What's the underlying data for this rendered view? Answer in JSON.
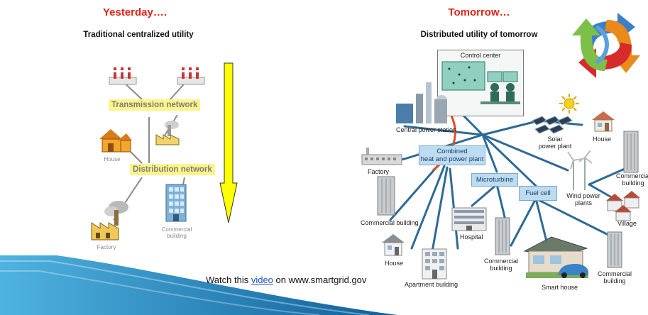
{
  "left": {
    "heading": "Yesterday….",
    "subtitle": "Traditional centralized utility",
    "transmission_label": "Transmission network",
    "distribution_label": "Distribution network",
    "house_label": "House",
    "factory_label": "Factory",
    "commercial_label_line1": "Commercial",
    "commercial_label_line2": "building"
  },
  "right": {
    "heading": "Tomorrow…",
    "subtitle": "Distributed utility of tomorrow",
    "control_center": "Control center",
    "central_power_station": "Central power station",
    "solar_line1": "Solar",
    "solar_line2": "power plant",
    "house_top": "House",
    "combined_line1": "Combined",
    "combined_line2": "heat and power plant",
    "factory": "Factory",
    "commercial_right_line1": "Commercial",
    "commercial_right_line2": "building",
    "microturbine": "Microturbine",
    "fuel_cell": "Fuel cell",
    "wind_line1": "Wind power",
    "wind_line2": "plants",
    "village": "Village",
    "commercial_left": "Commercial building",
    "hospital": "Hospital",
    "commercial_mid_line1": "Commercial",
    "commercial_mid_line2": "building",
    "house_bottom": "House",
    "apartment": "Apartment building",
    "smart_house": "Smart house",
    "commercial_br_line1": "Commercial",
    "commercial_br_line2": "building"
  },
  "footer": {
    "prefix": "Watch this ",
    "link_text": "video",
    "suffix": " on www.smartgrid.gov"
  },
  "colors": {
    "accent_red": "#e2231a",
    "network_yellow": "#fbf58a",
    "grid_line_blue": "#2d6a95"
  }
}
